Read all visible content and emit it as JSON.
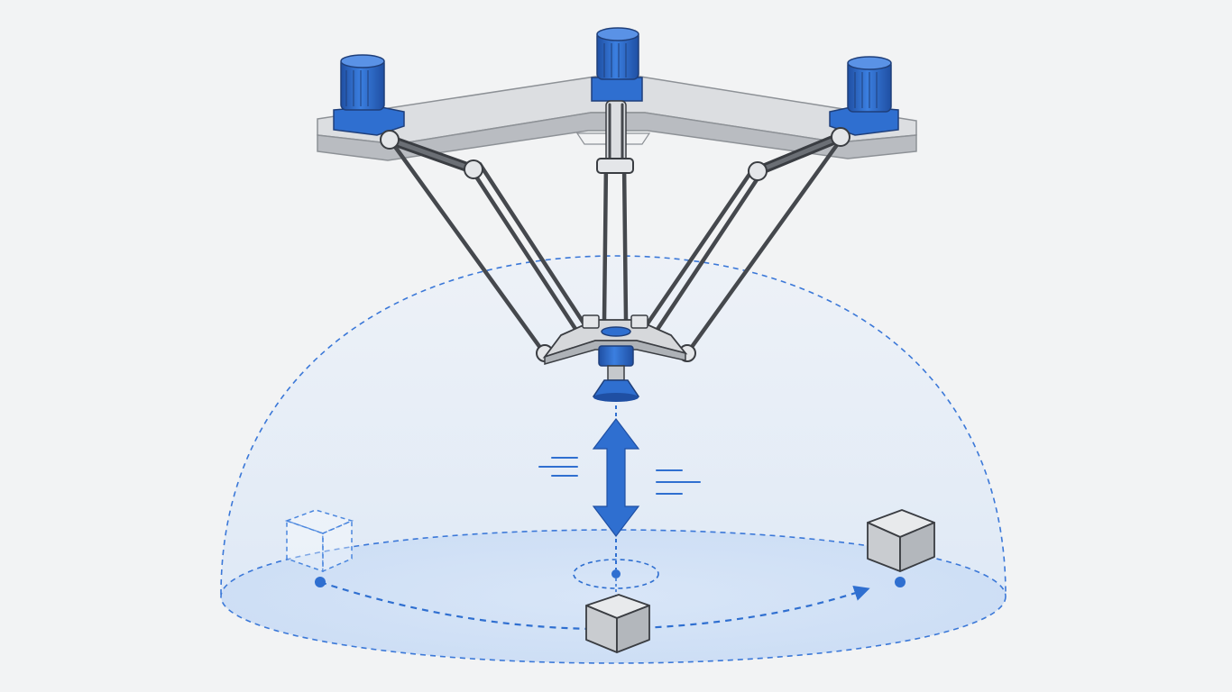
{
  "colors": {
    "background": "#f2f3f4",
    "accent_blue": "#2f6fd0",
    "accent_blue_dark": "#1f4fa3",
    "accent_blue_light": "#5a92e6",
    "frame_gray": "#d6d8db",
    "frame_gray_dark": "#a9adb2",
    "rod_dark": "#4a4d52",
    "outline": "#3a3d42",
    "workspace_fill": "#dbe7f7",
    "workspace_stroke": "#3b78d8"
  },
  "components": {
    "frame": "delta-robot-base-frame",
    "motors": [
      "motor-left",
      "motor-center",
      "motor-right"
    ],
    "effector": "end-effector-platform",
    "gripper": "suction-cup-gripper",
    "workspace": "hemispherical-workspace",
    "trajectory": "pick-and-place-path",
    "objects": [
      "ghost-cube-start",
      "cube-center",
      "cube-target"
    ]
  },
  "motion": {
    "vertical_arrow_icon": "double-vertical-arrow-icon",
    "speed_lines": "speed-lines-icon"
  }
}
